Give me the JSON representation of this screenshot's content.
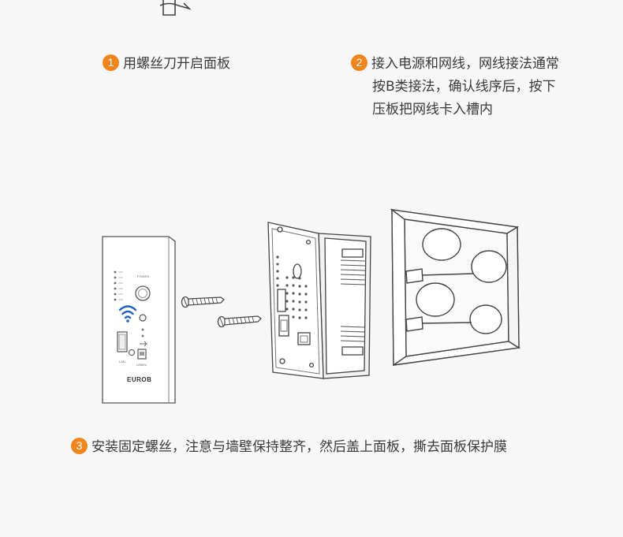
{
  "steps": [
    {
      "number": "1",
      "text": "用螺丝刀开启面板"
    },
    {
      "number": "2",
      "lines": [
        "接入电源和网线，网线接法通常",
        "按B类接法，确认线序后，按下",
        "压板把网线卡入槽内"
      ]
    },
    {
      "number": "3",
      "text": "安装固定螺丝，注意与墙壁保持整齐，然后盖上面板，撕去面板保护膜"
    }
  ],
  "panel": {
    "brand": "EUROB",
    "power_label": "POWER",
    "lan_label": "LAN",
    "usb_label": "USB5V"
  },
  "colors": {
    "accent": "#f0851c",
    "wifi": "#1f5fbf",
    "line": "#444444"
  },
  "icons": [
    "screwdriver-tip-icon",
    "wifi-icon"
  ]
}
